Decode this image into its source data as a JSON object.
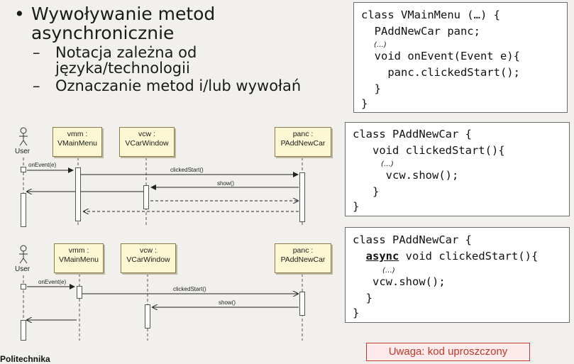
{
  "bullets": {
    "main": [
      "Wywoływanie metod",
      "asynchronicznie"
    ],
    "sub": [
      [
        "Notacja zależna od",
        "języka/technologii"
      ],
      [
        "Oznaczanie metod i/lub wywołań"
      ]
    ]
  },
  "code_boxes": [
    {
      "lines": [
        "class VMainMenu (…) {",
        "  PAddNewCar panc;",
        "(…)",
        "  void onEvent(Event e){",
        "    panc.clickedStart();",
        "  }",
        "}"
      ]
    },
    {
      "lines": [
        "class PAddNewCar {",
        "   void clickedStart(){",
        "(…)",
        "     vcw.show();",
        "   }",
        "}"
      ]
    },
    {
      "keyword": "async",
      "lines": [
        "class PAddNewCar {",
        "  async void clickedStart(){",
        "(…)",
        "   vcw.show();",
        "  }",
        "}"
      ]
    }
  ],
  "diagram1": {
    "actor": "User",
    "lifelines": [
      {
        "role": "vmm :",
        "class": "VMainMenu"
      },
      {
        "role": "vcw :",
        "class": "VCarWindow"
      },
      {
        "role": "panc :",
        "class": "PAddNewCar"
      }
    ],
    "messages": [
      "onEvent(e)",
      "clickedStart()",
      "show()"
    ]
  },
  "diagram2": {
    "actor": "User",
    "lifelines": [
      {
        "role": "vmm :",
        "class": "VMainMenu"
      },
      {
        "role": "vcw :",
        "class": "VCarWindow"
      },
      {
        "role": "panc :",
        "class": "PAddNewCar"
      }
    ],
    "messages": [
      "onEvent(e)",
      "clickedStart()",
      "show()"
    ]
  },
  "footer": {
    "logo": "Politechnika",
    "note": "Uwaga: kod uproszczony"
  },
  "colors": {
    "background": "#f1f0ec",
    "lifeline_box": "#fdf7d3",
    "note_text": "#c0392b"
  }
}
